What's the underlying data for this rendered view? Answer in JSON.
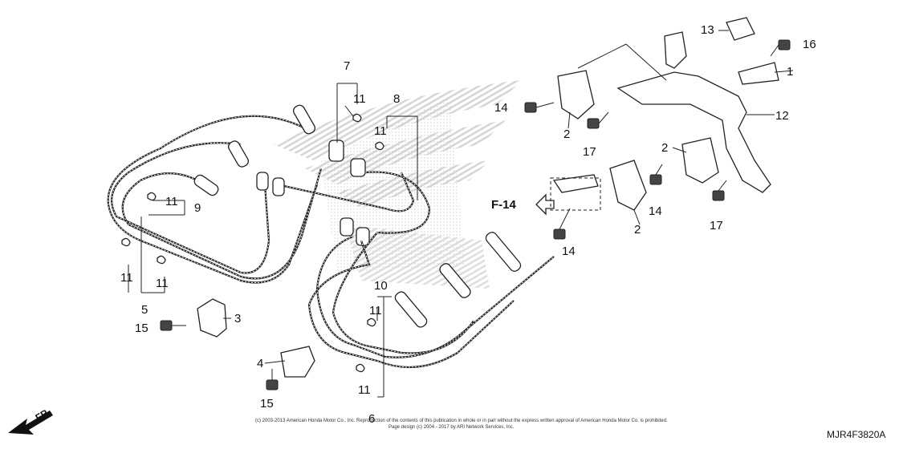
{
  "diagram": {
    "callouts": [
      {
        "id": "c1",
        "text": "1"
      },
      {
        "id": "c2a",
        "text": "2"
      },
      {
        "id": "c2b",
        "text": "2"
      },
      {
        "id": "c2c",
        "text": "2"
      },
      {
        "id": "c3",
        "text": "3"
      },
      {
        "id": "c4",
        "text": "4"
      },
      {
        "id": "c5",
        "text": "5"
      },
      {
        "id": "c6",
        "text": "6"
      },
      {
        "id": "c7",
        "text": "7"
      },
      {
        "id": "c8",
        "text": "8"
      },
      {
        "id": "c9",
        "text": "9"
      },
      {
        "id": "c10",
        "text": "10"
      },
      {
        "id": "c11a",
        "text": "11"
      },
      {
        "id": "c11b",
        "text": "11"
      },
      {
        "id": "c11c",
        "text": "11"
      },
      {
        "id": "c11d",
        "text": "11"
      },
      {
        "id": "c11e",
        "text": "11"
      },
      {
        "id": "c11f",
        "text": "11"
      },
      {
        "id": "c11g",
        "text": "11"
      },
      {
        "id": "c12",
        "text": "12"
      },
      {
        "id": "c13",
        "text": "13"
      },
      {
        "id": "c14a",
        "text": "14"
      },
      {
        "id": "c14b",
        "text": "14"
      },
      {
        "id": "c14c",
        "text": "14"
      },
      {
        "id": "c15a",
        "text": "15"
      },
      {
        "id": "c15b",
        "text": "15"
      },
      {
        "id": "c16",
        "text": "16"
      },
      {
        "id": "c17a",
        "text": "17"
      },
      {
        "id": "c17b",
        "text": "17"
      }
    ],
    "reference_label": "F-14",
    "front_label": "FR.",
    "diagram_code": "MJR4F3820A",
    "copyright_line1": "(c) 2003-2013 American Honda Motor Co., Inc. Reproduction of the contents of this publication in whole or in part without the express written approval of American Honda Motor Co. is prohibited.",
    "copyright_line2": "Page design (c) 2004 - 2017 by ARI Network Services, Inc."
  }
}
